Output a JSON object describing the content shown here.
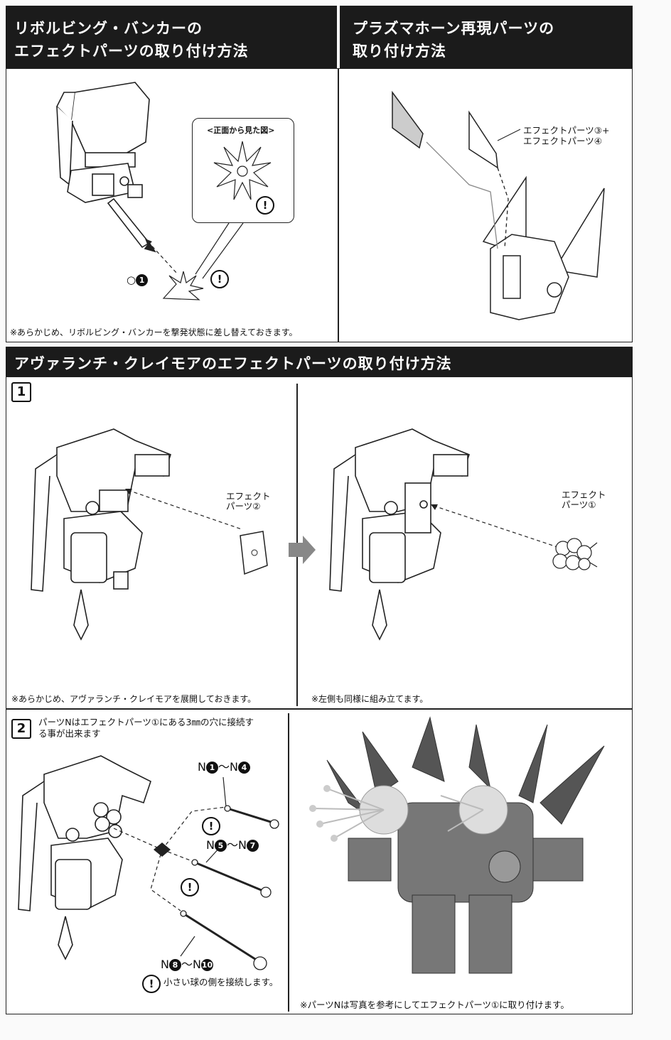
{
  "sections": {
    "revolving": {
      "title_line1": "リボルビング・バンカーの",
      "title_line2": "エフェクトパーツの取り付け方法",
      "front_view_label": "<正面から見た図>",
      "part_label": "○",
      "part_number": "1",
      "note": "※あらかじめ、リボルビング・バンカーを撃発状態に差し替えておきます。"
    },
    "plasma": {
      "title_line1": "プラズマホーン再現パーツの",
      "title_line2": "取り付け方法",
      "parts_line1": "エフェクトパーツ③+",
      "parts_line2": "エフェクトパーツ④"
    },
    "avalanche": {
      "title": "アヴァランチ・クレイモアのエフェクトパーツの取り付け方法",
      "step1": {
        "number": "1",
        "left_label_line1": "エフェクト",
        "left_label_line2": "パーツ②",
        "right_label_line1": "エフェクト",
        "right_label_line2": "パーツ①",
        "note_left": "※あらかじめ、アヴァランチ・クレイモアを展開しておきます。",
        "note_right": "※左側も同様に組み立てます。"
      },
      "step2": {
        "number": "2",
        "instruction_line1": "パーツNはエフェクトパーツ①にある3㎜の穴に接続す",
        "instruction_line2": "る事が出来ます",
        "group1_prefix": "N",
        "group1_a": "1",
        "group1_sep": "〜N",
        "group1_b": "4",
        "group2_prefix": "N",
        "group2_a": "5",
        "group2_sep": "〜N",
        "group2_b": "7",
        "group3_prefix": "N",
        "group3_a": "8",
        "group3_sep": "〜N",
        "group3_b": "10",
        "connect_note": "小さい球の側を接続します。",
        "photo_note": "※パーツNは写真を参考にしてエフェクトパーツ①に取り付けます。"
      }
    }
  },
  "icons": {
    "caution": "!",
    "arrow": "right-arrow-icon"
  }
}
